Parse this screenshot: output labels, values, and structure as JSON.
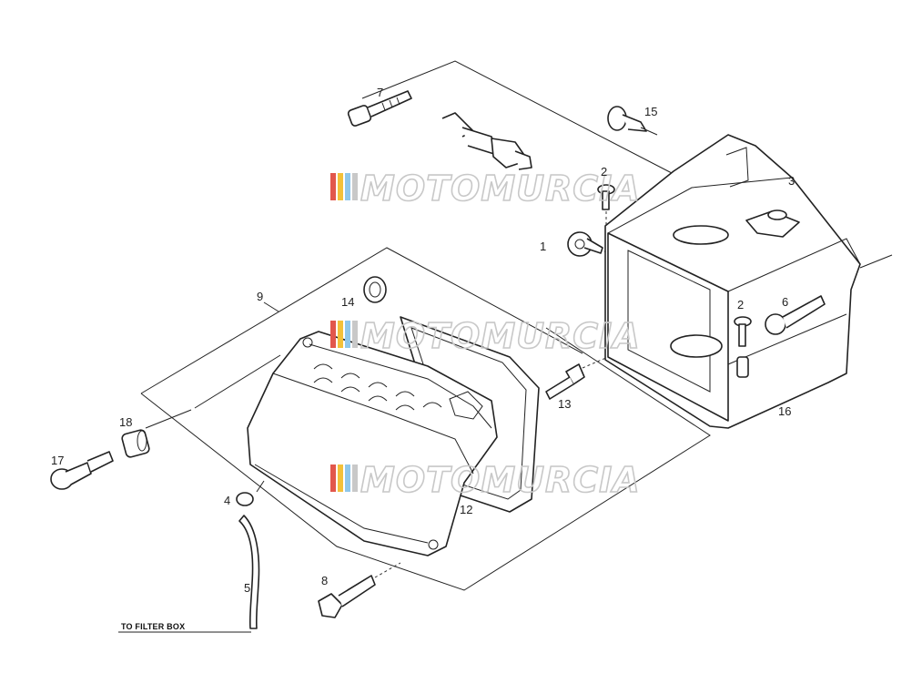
{
  "diagram": {
    "caption": "TO FILTER BOX",
    "watermark": "MOTOMURCIA",
    "watermark_colors": [
      "#e2574c",
      "#f3c13a",
      "#8fc7ea"
    ],
    "callouts": [
      {
        "id": "c1",
        "label": "1"
      },
      {
        "id": "c2a",
        "label": "2"
      },
      {
        "id": "c2b",
        "label": "2"
      },
      {
        "id": "c3",
        "label": "3"
      },
      {
        "id": "c4",
        "label": "4"
      },
      {
        "id": "c5",
        "label": "5"
      },
      {
        "id": "c6",
        "label": "6"
      },
      {
        "id": "c7",
        "label": "7"
      },
      {
        "id": "c8",
        "label": "8"
      },
      {
        "id": "c9",
        "label": "9"
      },
      {
        "id": "c12",
        "label": "12"
      },
      {
        "id": "c13",
        "label": "13"
      },
      {
        "id": "c14",
        "label": "14"
      },
      {
        "id": "c15",
        "label": "15"
      },
      {
        "id": "c16",
        "label": "16"
      },
      {
        "id": "c17",
        "label": "17"
      },
      {
        "id": "c18",
        "label": "18"
      }
    ]
  }
}
